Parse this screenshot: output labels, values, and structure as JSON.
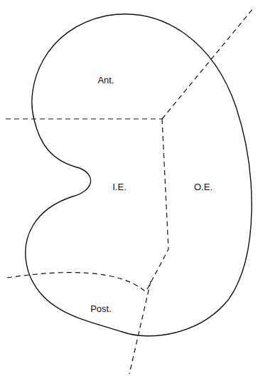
{
  "diagram": {
    "labels": [
      "Ant.",
      "I.E.",
      "O.E.",
      "Post."
    ]
  }
}
